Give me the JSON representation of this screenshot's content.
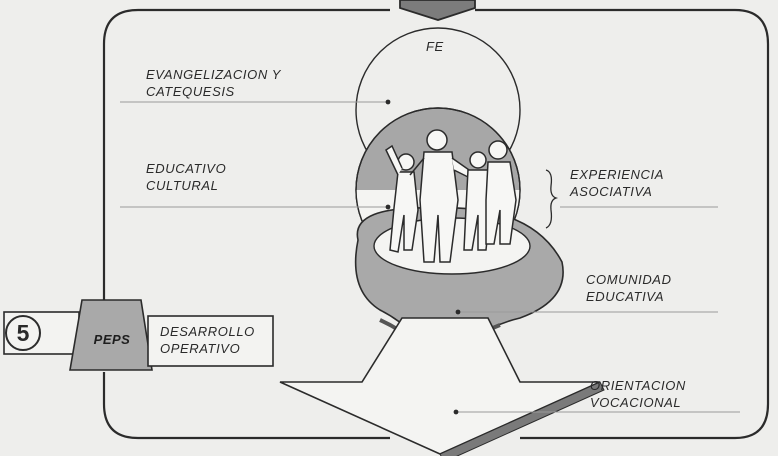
{
  "diagram": {
    "badge_number": "5",
    "badge_label": "PEPS",
    "labels": {
      "fe": "FE",
      "evangelizacion": [
        "EVANGELIZACION Y",
        "CATEQUESIS"
      ],
      "educativo": [
        "EDUCATIVO",
        "CULTURAL"
      ],
      "experiencia": [
        "EXPERIENCIA",
        "ASOCIATIVA"
      ],
      "comunidad": [
        "COMUNIDAD",
        "EDUCATIVA"
      ],
      "desarrollo": [
        "DESARROLLO",
        "OPERATIVO"
      ],
      "orientacion": [
        "ORIENTACION",
        "VOCACIONAL"
      ]
    },
    "colors": {
      "background": "#eeeeec",
      "line": "#2b2b2b",
      "gray_fill": "#a7a7a7",
      "dark_fill": "#6a6a6a",
      "light_fill": "#f4f4f2"
    }
  }
}
